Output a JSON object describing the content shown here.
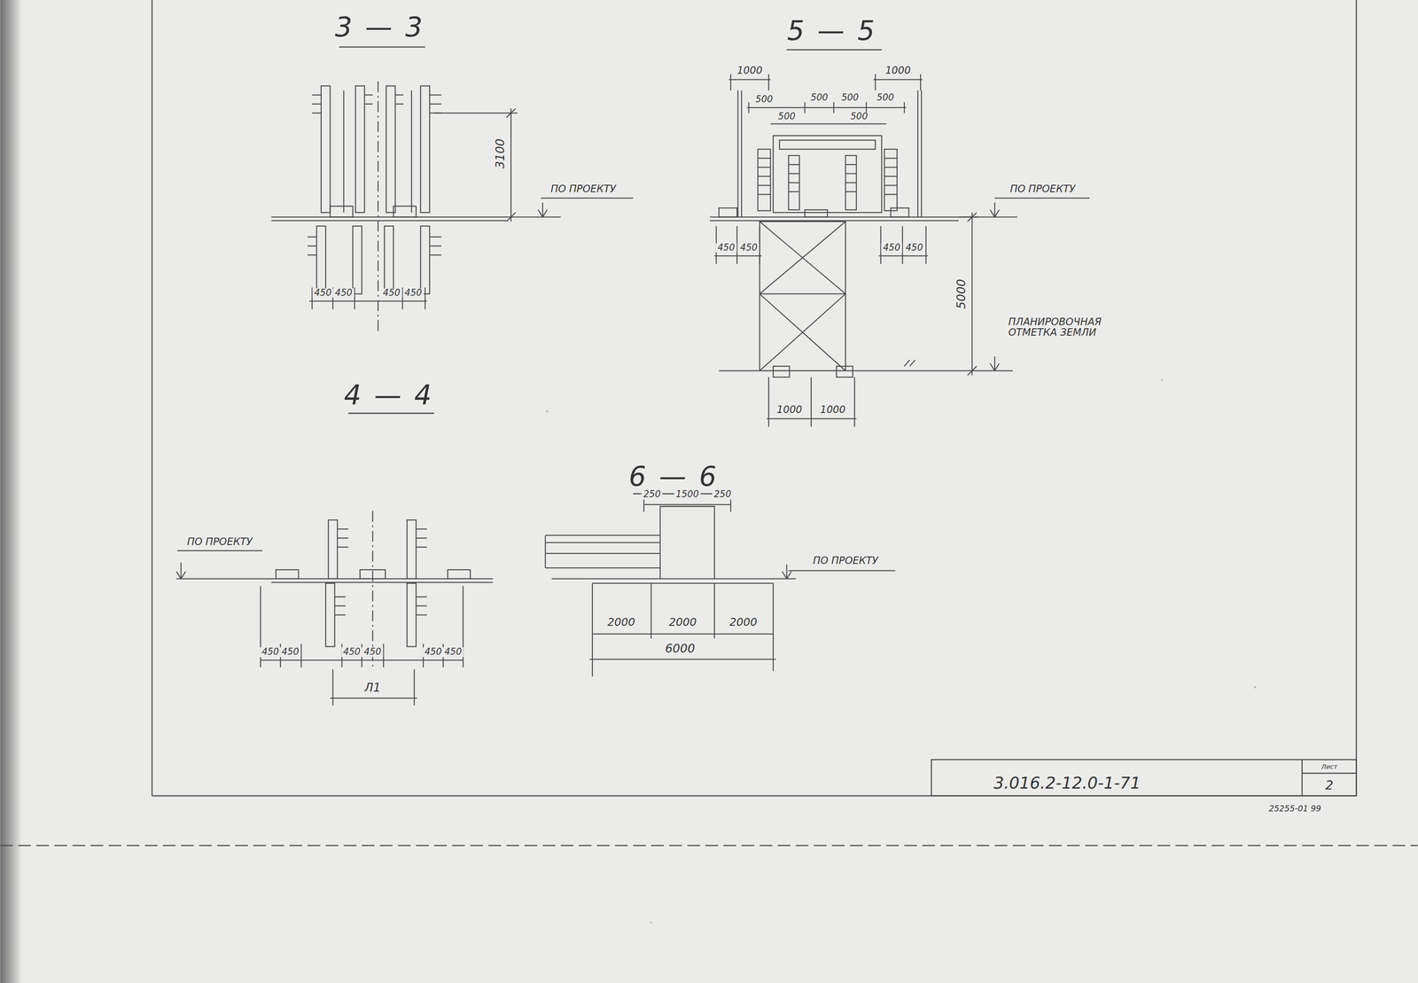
{
  "diagram": {
    "labels": [
      "3 — 3",
      "3100",
      "ПО ПРОЕКТУ",
      "450",
      "450",
      "450",
      "450",
      "5 — 5",
      "1000",
      "1000",
      "500",
      "500",
      "500",
      "500",
      "500",
      "500",
      "ПО ПРОЕКТУ",
      "450",
      "450",
      "450",
      "450",
      "5000",
      "ПЛАНИРОВОЧНАЯ ОТМЕТКА ЗЕМЛИ",
      "1000",
      "1000",
      "4 — 4",
      "ПО ПРОЕКТУ",
      "450",
      "450",
      "450",
      "450",
      "450",
      "450",
      "Л1",
      "6 — 6",
      "250",
      "1500",
      "250",
      "ПО ПРОЕКТУ",
      "2000",
      "2000",
      "2000",
      "6000",
      "3.016.2-12.0-1-71",
      "Лист",
      "2",
      "25255-01 99"
    ]
  }
}
